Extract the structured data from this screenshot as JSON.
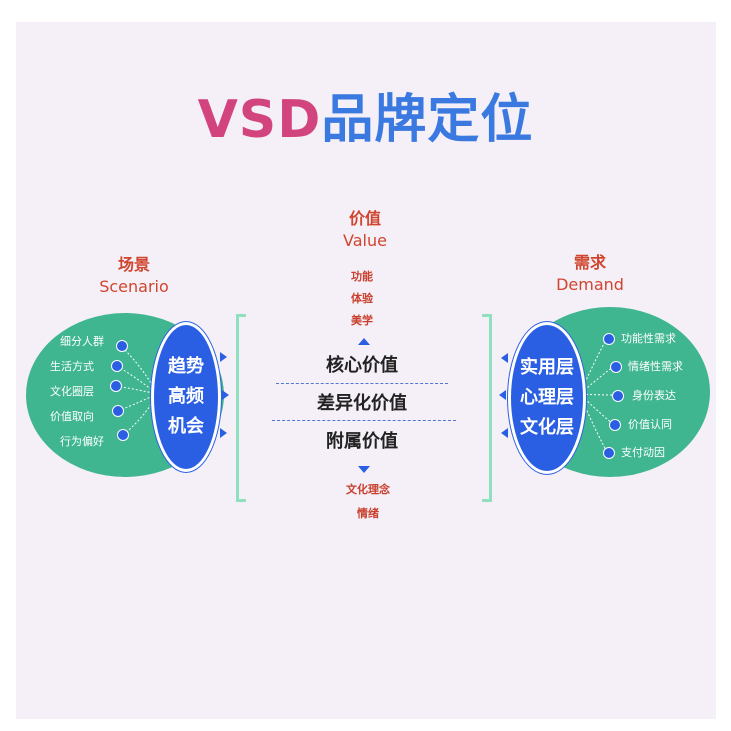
{
  "title": {
    "part1": "VSD",
    "part2": "品牌定位"
  },
  "value_label": {
    "zh": "价值",
    "en": "Value"
  },
  "value_top_items": [
    "功能",
    "体验",
    "美学"
  ],
  "value_bottom_items": [
    "文化理念",
    "情绪"
  ],
  "center_layers": [
    "核心价值",
    "差异化价值",
    "附属价值"
  ],
  "scenario": {
    "zh": "场景",
    "en": "Scenario",
    "items": [
      "细分人群",
      "生活方式",
      "文化圈层",
      "价值取向",
      "行为偏好"
    ],
    "core": [
      "趋势",
      "高频",
      "机会"
    ]
  },
  "demand": {
    "zh": "需求",
    "en": "Demand",
    "items": [
      "功能性需求",
      "情绪性需求",
      "身份表达",
      "价值认同",
      "支付动因"
    ],
    "core": [
      "实用层",
      "心理层",
      "文化层"
    ]
  },
  "colors": {
    "title_pink": "#d2447e",
    "title_blue": "#3a79e0",
    "label_red": "#d0452e",
    "green": "#3fb68f",
    "blue": "#2b5fe3",
    "bracket": "#8fe0bf",
    "background": "#f5eff8"
  }
}
